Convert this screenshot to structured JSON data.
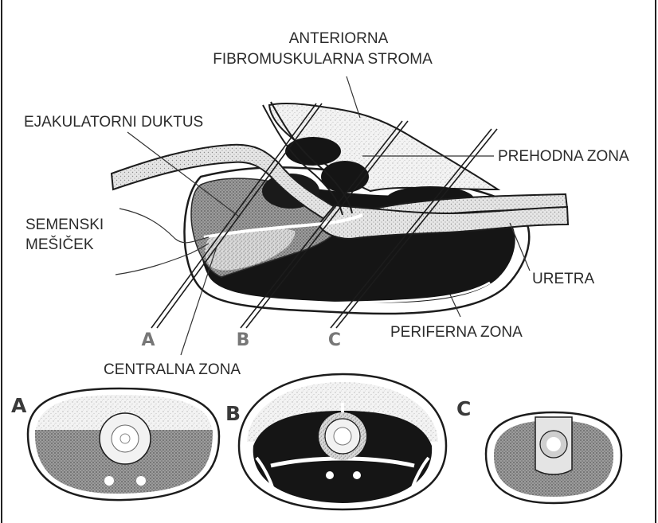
{
  "labels": {
    "anteriorna_line1": "ANTERIORNA",
    "anteriorna_line2": "FIBROMUSKULARNA STROMA",
    "ejakulatorni": "EJAKULATORNI DUKTUS",
    "prehodna": "PREHODNA ZONA",
    "semenski_line1": "SEMENSKI",
    "semenski_line2": "MEŠIČEK",
    "uretra": "URETRA",
    "periferna": "PERIFERNA ZONA",
    "centralna": "CENTRALNA ZONA"
  },
  "cut_planes": [
    "A",
    "B",
    "C"
  ],
  "sections": [
    "A",
    "B",
    "C"
  ],
  "colors": {
    "ink": "#1c1c1c",
    "dark_zone": "#151515",
    "stipple_light": "#ededed",
    "stipple_mid": "#c9c9c9",
    "stipple_dark": "#9a9a9a"
  }
}
